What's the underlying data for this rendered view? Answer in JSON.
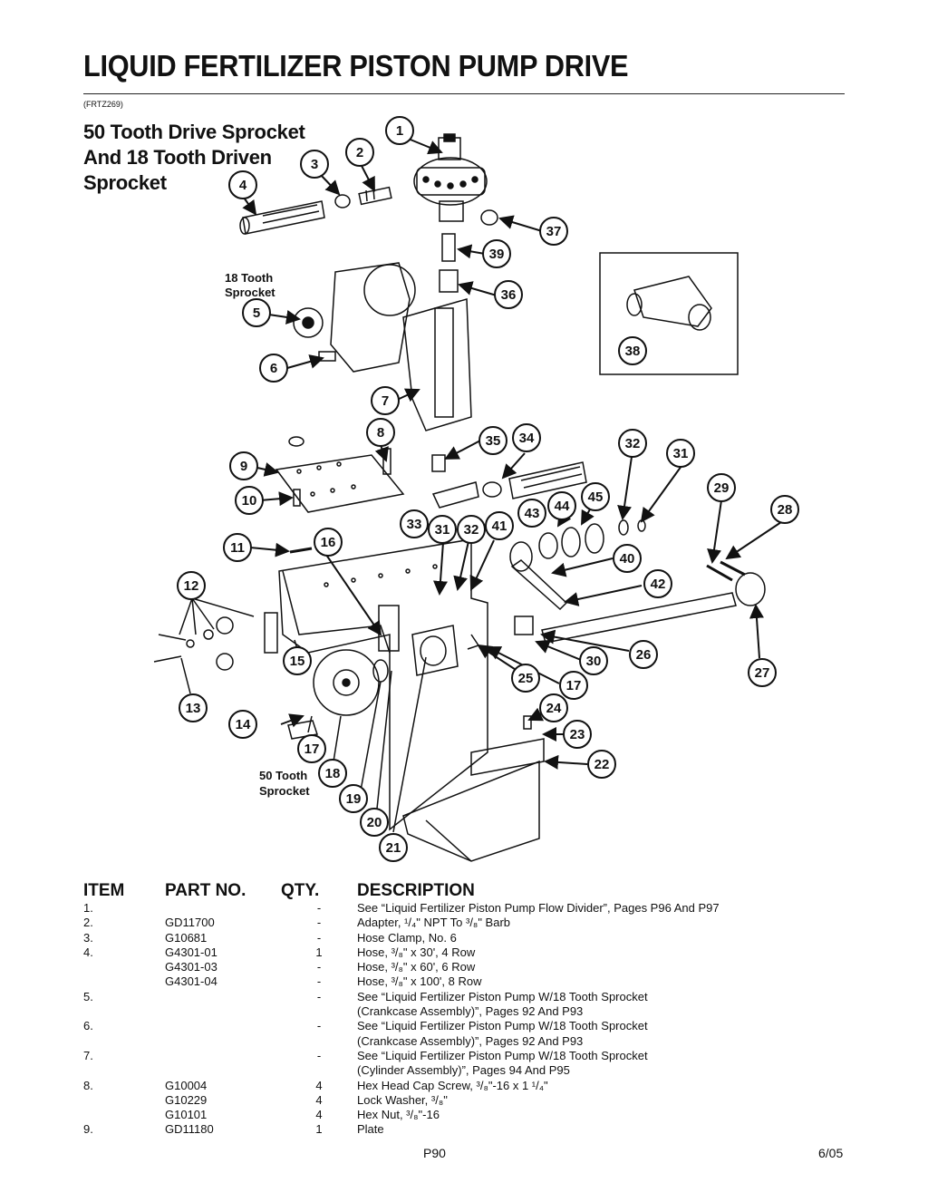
{
  "header": {
    "title": "LIQUID FERTILIZER PISTON PUMP DRIVE",
    "code": "(FRTZ269)",
    "subtitle_lines": [
      "50 Tooth Drive Sprocket",
      "And 18 Tooth Driven",
      "Sprocket"
    ]
  },
  "diagram": {
    "label_18_tooth": [
      "18 Tooth",
      "Sprocket"
    ],
    "label_50_tooth": [
      "50 Tooth",
      "Sprocket"
    ],
    "callouts": [
      "1",
      "2",
      "3",
      "4",
      "5",
      "6",
      "7",
      "8",
      "9",
      "10",
      "11",
      "12",
      "13",
      "14",
      "15",
      "16",
      "17",
      "17",
      "18",
      "19",
      "20",
      "21",
      "22",
      "23",
      "24",
      "25",
      "26",
      "27",
      "28",
      "29",
      "30",
      "31",
      "31",
      "32",
      "32",
      "33",
      "34",
      "35",
      "36",
      "37",
      "38",
      "39",
      "40",
      "41",
      "42",
      "43",
      "44",
      "45"
    ]
  },
  "table": {
    "headers": {
      "item": "ITEM",
      "part": "PART NO.",
      "qty": "QTY.",
      "desc": "DESCRIPTION"
    },
    "rows": [
      {
        "item": "1.",
        "part": "",
        "qty": "-",
        "desc": "See “Liquid Fertilizer Piston Pump Flow Divider”, Pages P96 And P97"
      },
      {
        "item": "2.",
        "part": "GD11700",
        "qty": "-",
        "desc": "Adapter, ¹/₄\" NPT To ³/₈\" Barb"
      },
      {
        "item": "3.",
        "part": "G10681",
        "qty": "-",
        "desc": "Hose Clamp, No. 6"
      },
      {
        "item": "4.",
        "part": "G4301-01",
        "qty": "1",
        "desc": "Hose, ³/₈\" x 30', 4 Row"
      },
      {
        "item": "",
        "part": "G4301-03",
        "qty": "-",
        "desc": "Hose, ³/₈\" x 60', 6 Row"
      },
      {
        "item": "",
        "part": "G4301-04",
        "qty": "-",
        "desc": "Hose, ³/₈\" x 100', 8 Row"
      },
      {
        "item": "5.",
        "part": "",
        "qty": "-",
        "desc": "See “Liquid Fertilizer Piston Pump W/18 Tooth Sprocket"
      },
      {
        "item": "",
        "part": "",
        "qty": "",
        "desc": "(Crankcase Assembly)”, Pages 92 And P93"
      },
      {
        "item": "6.",
        "part": "",
        "qty": "-",
        "desc": "See “Liquid Fertilizer Piston Pump W/18 Tooth Sprocket"
      },
      {
        "item": "",
        "part": "",
        "qty": "",
        "desc": "(Crankcase Assembly)”,  Pages 92 And P93"
      },
      {
        "item": "7.",
        "part": "",
        "qty": "-",
        "desc": "See “Liquid Fertilizer Piston Pump W/18 Tooth Sprocket"
      },
      {
        "item": "",
        "part": "",
        "qty": "",
        "desc": "(Cylinder Assembly)”,  Pages 94 And P95"
      },
      {
        "item": "8.",
        "part": "G10004",
        "qty": "4",
        "desc": "Hex Head Cap Screw, ³/₈\"-16 x 1 ¹/₄\""
      },
      {
        "item": "",
        "part": "G10229",
        "qty": "4",
        "desc": "Lock Washer, ³/₈\""
      },
      {
        "item": "",
        "part": "G10101",
        "qty": "4",
        "desc": "Hex Nut, ³/₈\"-16"
      },
      {
        "item": "9.",
        "part": "GD11180",
        "qty": "1",
        "desc": "Plate"
      }
    ]
  },
  "footer": {
    "page": "P90",
    "date": "6/05"
  }
}
